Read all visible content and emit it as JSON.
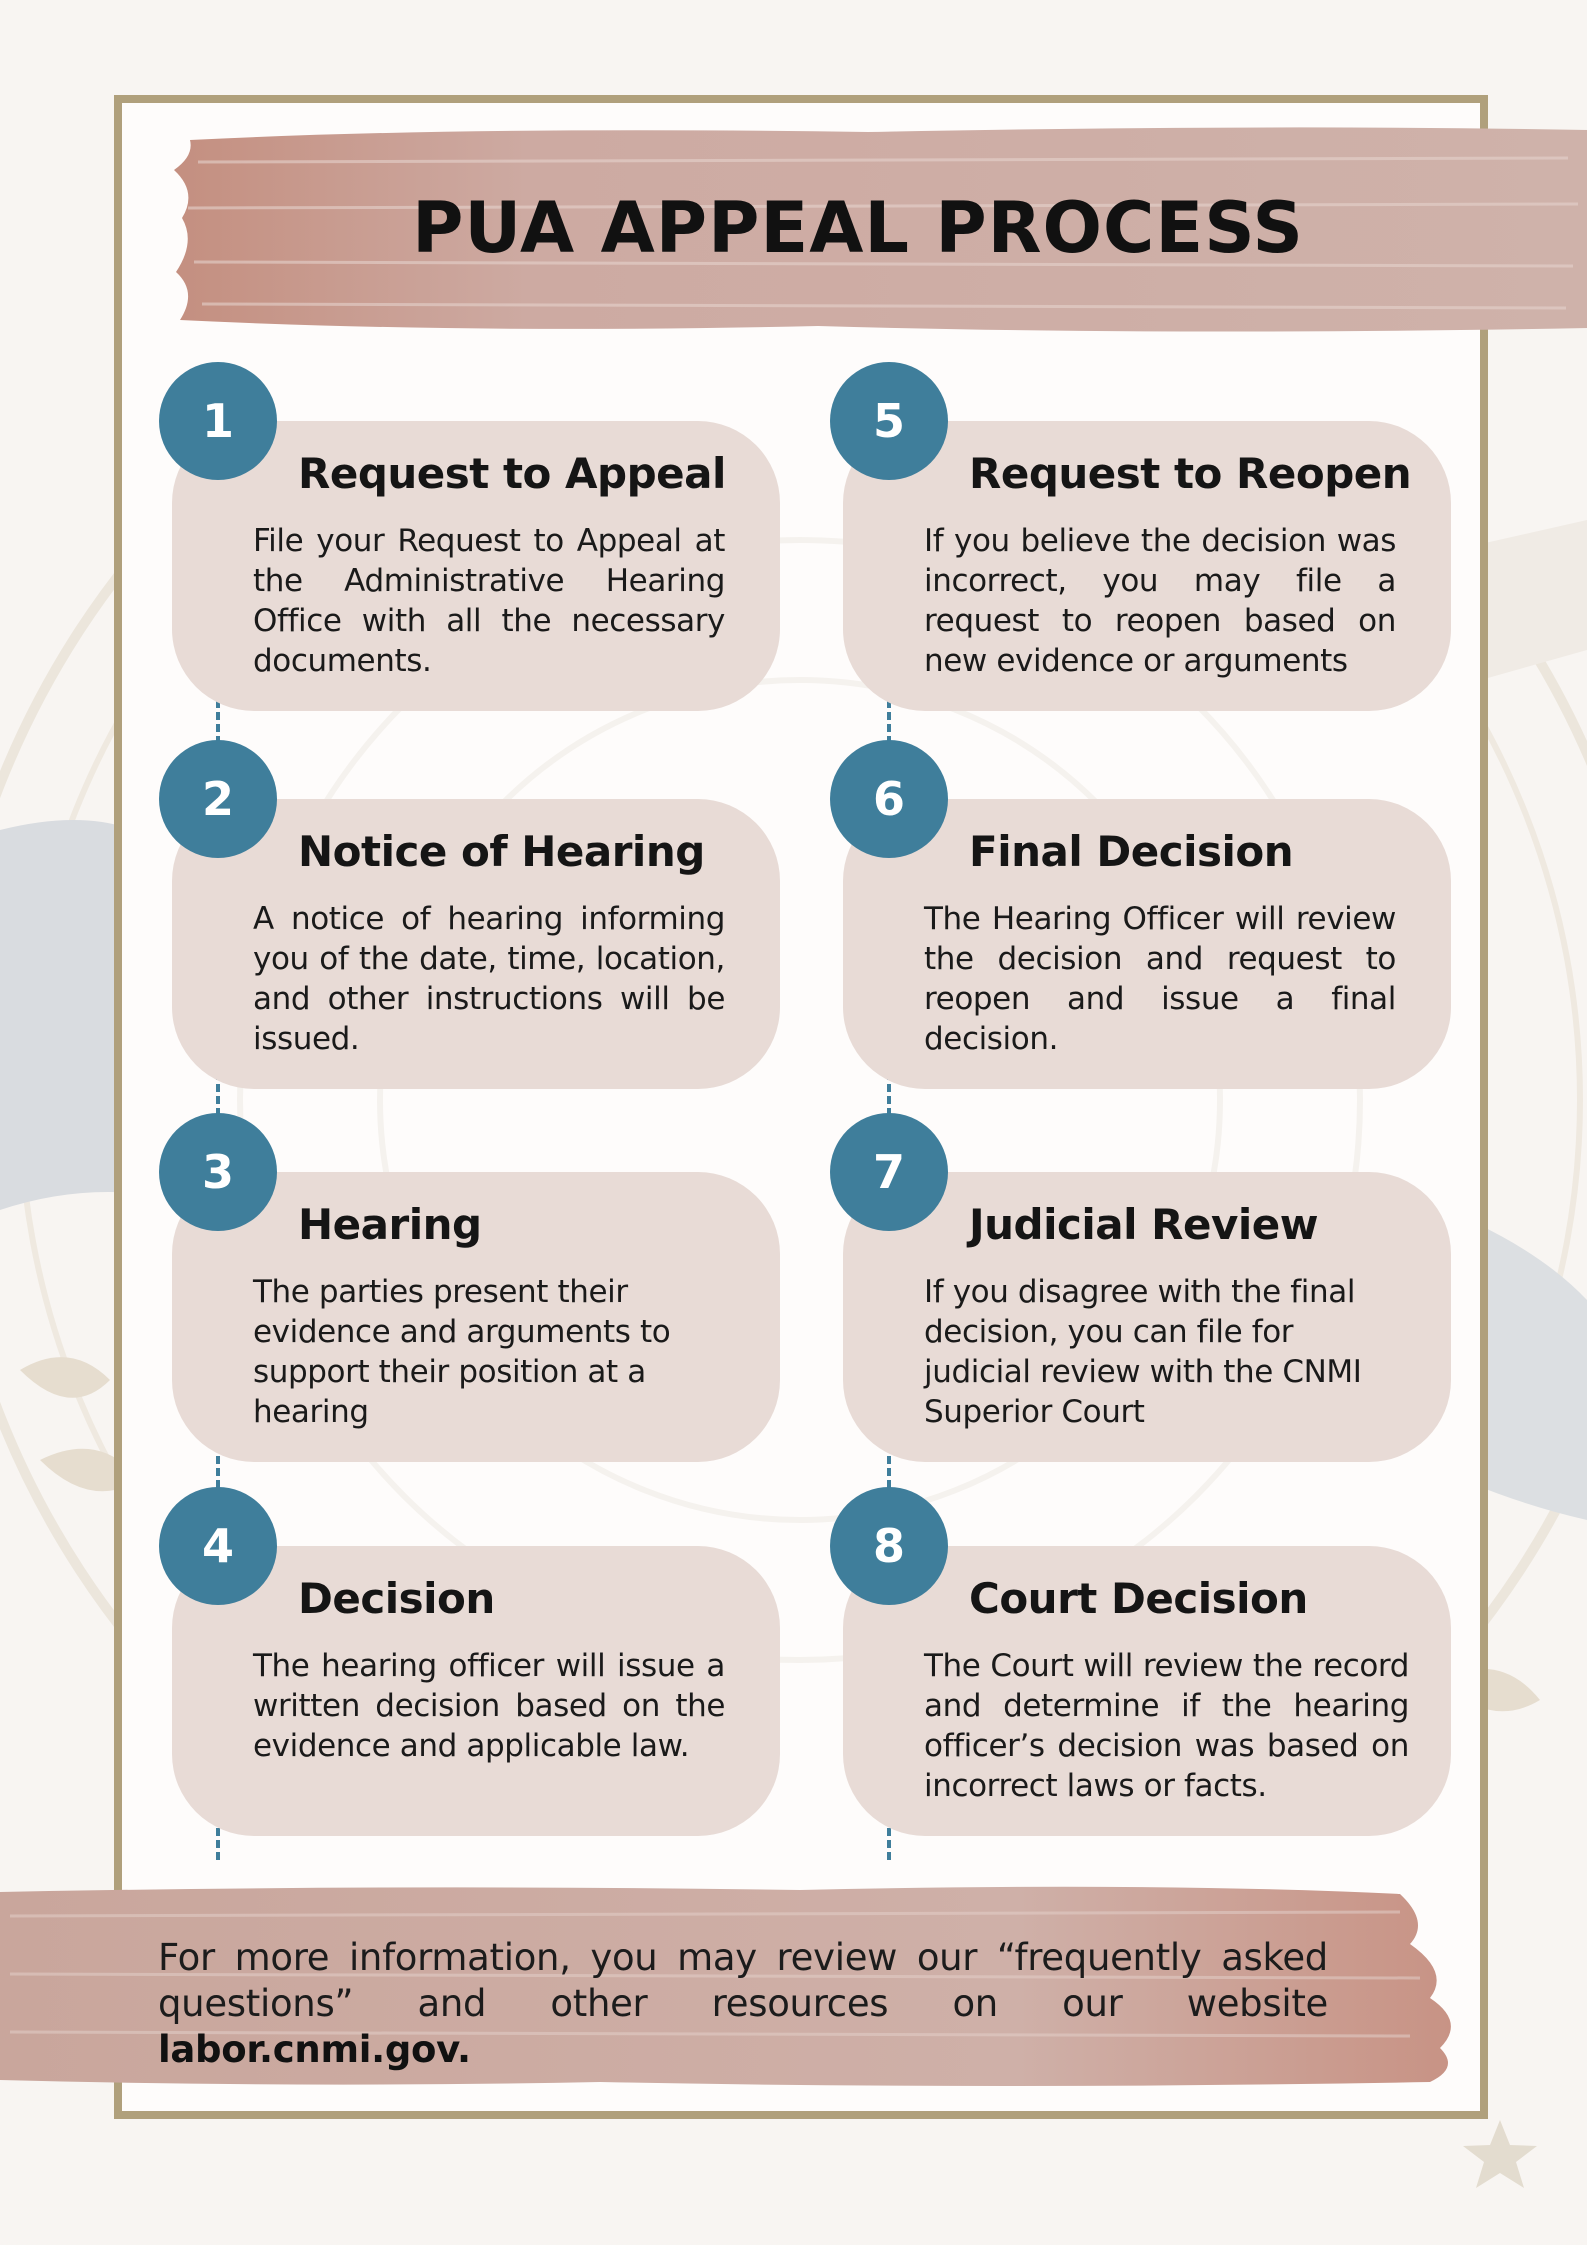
{
  "page": {
    "title": "PUA APPEAL PROCESS",
    "colors": {
      "accent": "#3f7e9b",
      "card": "#e8dbd6",
      "brush": "#c9a89e",
      "frame": "#b0a07c",
      "background": "#f8f5f2"
    }
  },
  "steps": [
    {
      "number": "1",
      "title": "Request to Appeal",
      "body": "File your Request to Appeal at the Administrative Hearing Office with all the necessary documents."
    },
    {
      "number": "2",
      "title": "Notice of Hearing",
      "body": "A notice of hearing informing you of the date, time, location, and other instructions will be issued."
    },
    {
      "number": "3",
      "title": "Hearing",
      "body": "The parties present their evidence and arguments to support their position at a hearing"
    },
    {
      "number": "4",
      "title": "Decision",
      "body": "The hearing officer will issue a written decision based on the evidence and applicable law."
    },
    {
      "number": "5",
      "title": "Request to Reopen",
      "body": "If you believe the decision was incorrect, you may file a request to reopen based on new evidence or arguments"
    },
    {
      "number": "6",
      "title": "Final Decision",
      "body": "The Hearing Officer will review the decision and request to reopen and issue a final decision."
    },
    {
      "number": "7",
      "title": "Judicial Review",
      "body": "If you disagree with the final decision, you can file for judicial review with the CNMI Superior Court"
    },
    {
      "number": "8",
      "title": "Court Decision",
      "body": "The Court will review the record and determine if the hearing officer’s decision was based on incorrect laws or facts."
    }
  ],
  "footer": {
    "text": "For more information, you may review our “frequently asked questions” and other resources on our website ",
    "link": "labor.cnmi.gov."
  }
}
